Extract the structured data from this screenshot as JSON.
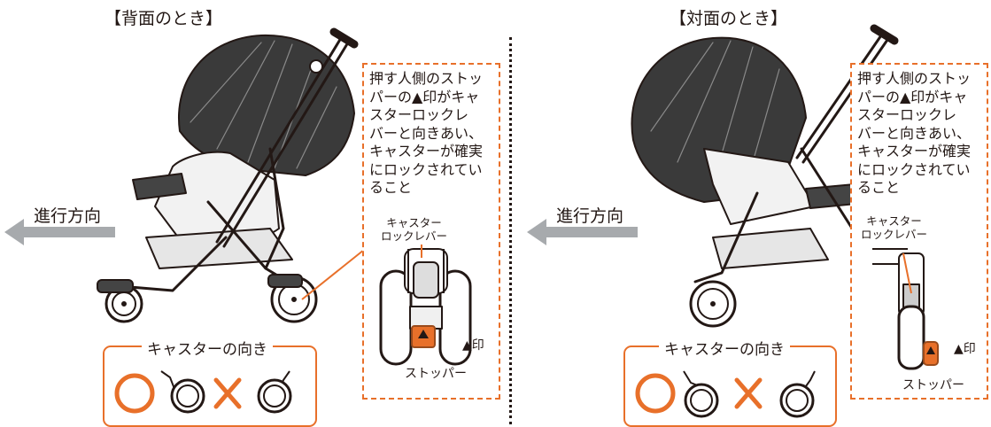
{
  "left": {
    "title": "【背面のとき】",
    "direction_label": "進行方向",
    "note": "押す人側のストッ\nパーの▲印がキャ\nスターロックレ\nバーと向きあい、\nキャスターが確実\nにロックされてい\nること",
    "caster_lever_label": "キャスター\nロックレバー",
    "mark_label": "▲印",
    "stopper_label": "ストッパー",
    "caster_box_title": "キャスターの向き"
  },
  "right": {
    "title": "【対面のとき】",
    "direction_label": "進行方向",
    "note": "押す人側のストッ\nパーの▲印がキャ\nスターロックレ\nバーと向きあい、\nキャスターが確実\nにロックされてい\nること",
    "caster_lever_label": "キャスター\nロックレバー",
    "mark_label": "▲印",
    "stopper_label": "ストッパー",
    "caster_box_title": "キャスターの向き"
  },
  "colors": {
    "accent": "#e8702a",
    "arrow": "#a7aaad",
    "line": "#231815"
  }
}
